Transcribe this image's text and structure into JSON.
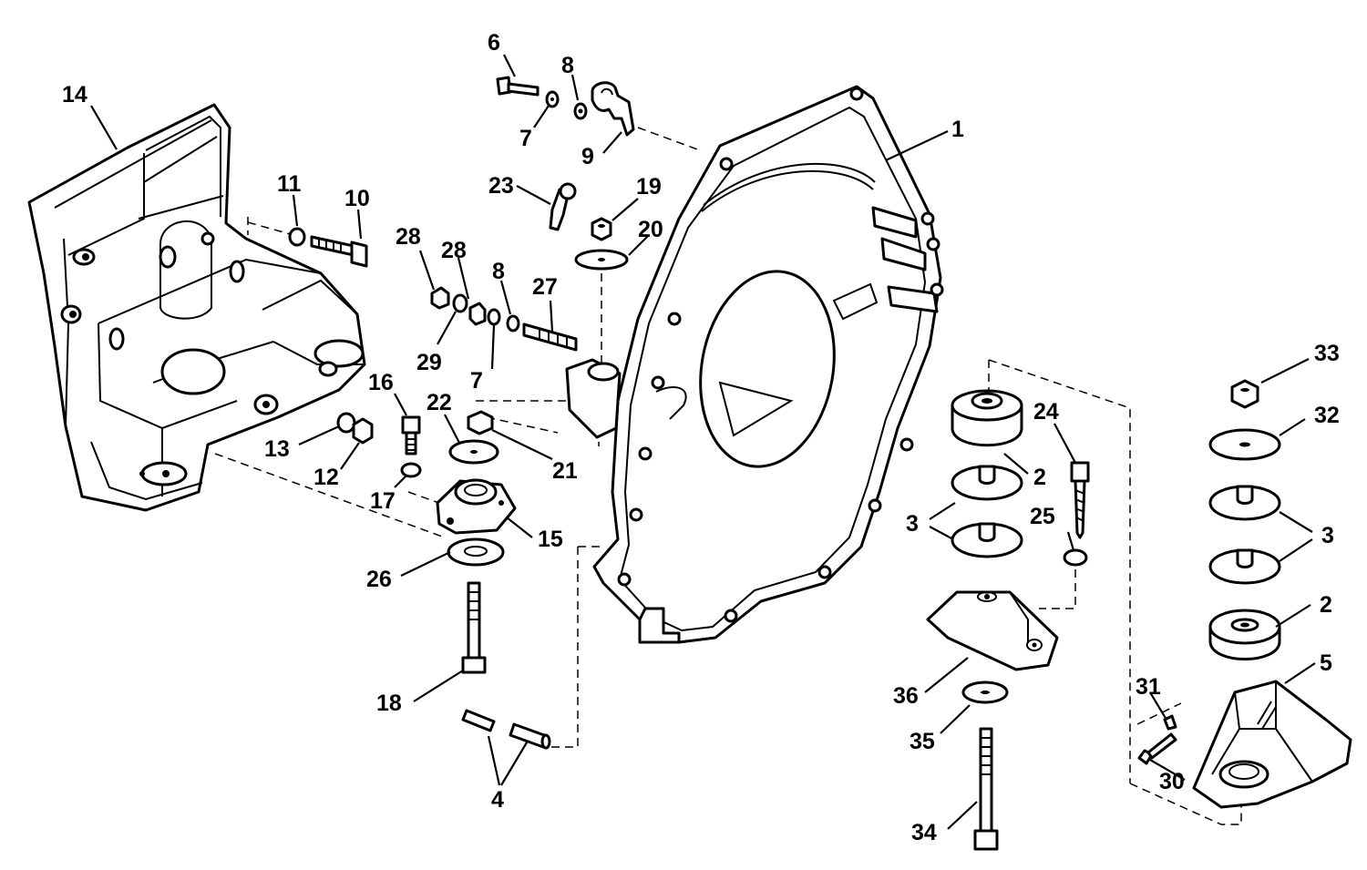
{
  "callouts": {
    "c1": "1",
    "c2a": "2",
    "c2b": "2",
    "c3a": "3",
    "c3b": "3",
    "c4": "4",
    "c5": "5",
    "c6": "6",
    "c7a": "7",
    "c7b": "7",
    "c8a": "8",
    "c8b": "8",
    "c9": "9",
    "c10": "10",
    "c11": "11",
    "c12": "12",
    "c13": "13",
    "c14": "14",
    "c15": "15",
    "c16": "16",
    "c17": "17",
    "c18": "18",
    "c19": "19",
    "c20": "20",
    "c21": "21",
    "c22": "22",
    "c23": "23",
    "c24": "24",
    "c25": "25",
    "c26": "26",
    "c27": "27",
    "c28a": "28",
    "c28b": "28",
    "c29": "29",
    "c30": "30",
    "c31": "31",
    "c32": "32",
    "c33": "33",
    "c34": "34",
    "c35": "35",
    "c36": "36"
  }
}
